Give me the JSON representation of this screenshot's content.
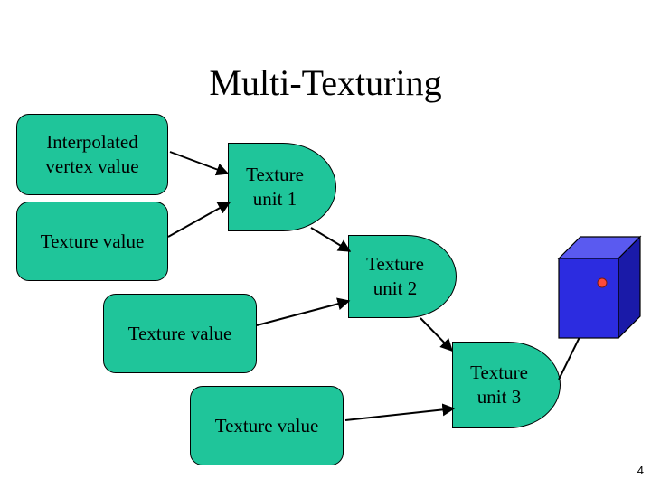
{
  "title": "Multi-Texturing",
  "inputs": {
    "interpolated": "Interpolated vertex value",
    "texture_value_1": "Texture value",
    "texture_value_2": "Texture value",
    "texture_value_3": "Texture value"
  },
  "units": {
    "unit1": "Texture unit 1",
    "unit2": "Texture unit 2",
    "unit3": "Texture unit 3"
  },
  "colors": {
    "box_fill": "#1fc59a",
    "cube_front": "#2c2ce0",
    "cube_top": "#5a5af0",
    "cube_side": "#1a1aa8",
    "dot": "#ff4a3a"
  },
  "page_number": "4"
}
